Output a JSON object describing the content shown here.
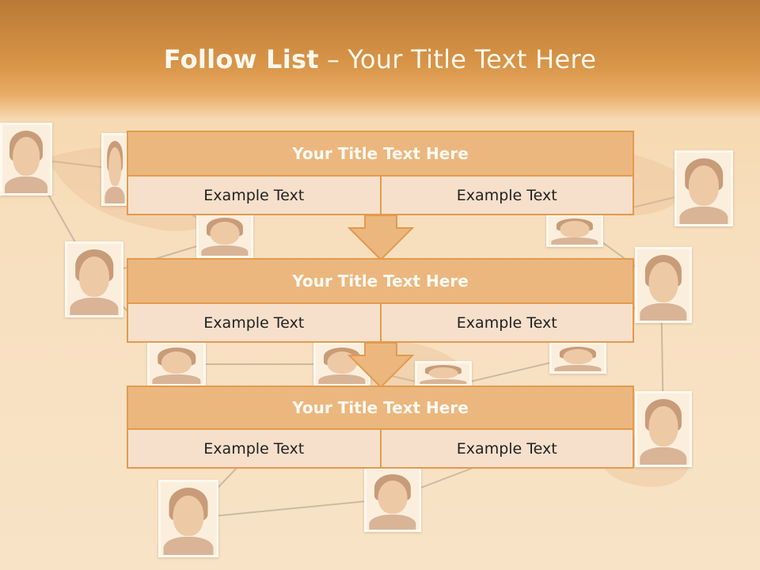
{
  "title": {
    "bold": "Follow List",
    "dash": "–",
    "rest": "Your Title Text Here"
  },
  "blocks": [
    {
      "heading": "Your Title Text Here",
      "left": "Example Text",
      "right": "Example Text"
    },
    {
      "heading": "Your Title Text Here",
      "left": "Example Text",
      "right": "Example Text"
    },
    {
      "heading": "Your Title Text Here",
      "left": "Example Text",
      "right": "Example Text"
    }
  ],
  "colors": {
    "header": "#d99548",
    "box_head": "#ebb77e",
    "box_cell": "#f6e0cb",
    "border": "#e39a4d"
  },
  "icons": [
    "down-arrow-icon"
  ]
}
